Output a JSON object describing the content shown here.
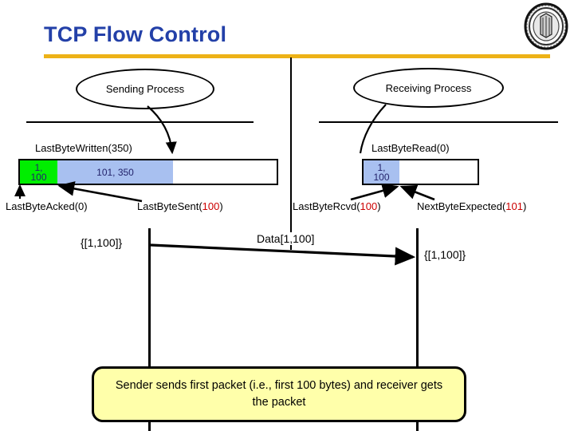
{
  "slide": {
    "title": "TCP Flow Control",
    "accent_color": "#edb217",
    "title_color": "#2340a8",
    "highlight_color": "#cc0000"
  },
  "logo": {
    "name": "university-seal",
    "alt": "University seal"
  },
  "sender": {
    "process_label": "Sending Process",
    "buffer": {
      "segments": [
        {
          "id": "acked",
          "label_line1": "1,",
          "label_line2": "100",
          "color": "#00ee00"
        },
        {
          "id": "inflight",
          "label_line1": "101, 350",
          "label_line2": "",
          "color": "#a8c0f0"
        },
        {
          "id": "free",
          "label_line1": "",
          "label_line2": "",
          "color": "#ffffff"
        }
      ]
    },
    "pointers": {
      "last_byte_written": "LastByteWritten(350)",
      "last_byte_acked": "LastByteAcked(0)",
      "last_byte_sent_prefix": "LastByteSent(",
      "last_byte_sent_value": "100",
      "last_byte_sent_suffix": ")"
    },
    "window_label": "{[1,100]}"
  },
  "receiver": {
    "process_label": "Receiving Process",
    "buffer": {
      "segments": [
        {
          "id": "rcvd",
          "label_line1": "1,",
          "label_line2": "100",
          "color": "#a8c0f0"
        },
        {
          "id": "free",
          "label_line1": "",
          "label_line2": "",
          "color": "#ffffff"
        }
      ]
    },
    "pointers": {
      "last_byte_read": "LastByteRead(0)",
      "last_byte_rcvd_prefix": "LastByteRcvd(",
      "last_byte_rcvd_value": "100",
      "last_byte_rcvd_suffix": ")",
      "next_byte_expected_prefix": "NextByteExpected(",
      "next_byte_expected_value": "101",
      "next_byte_expected_suffix": ")"
    },
    "window_label": "{[1,100]}"
  },
  "message": {
    "data_arrow_label": "Data[1,100]"
  },
  "callout": {
    "text": "Sender sends first packet (i.e., first 100 bytes) and receiver gets the packet",
    "fill": "#ffffaa"
  }
}
